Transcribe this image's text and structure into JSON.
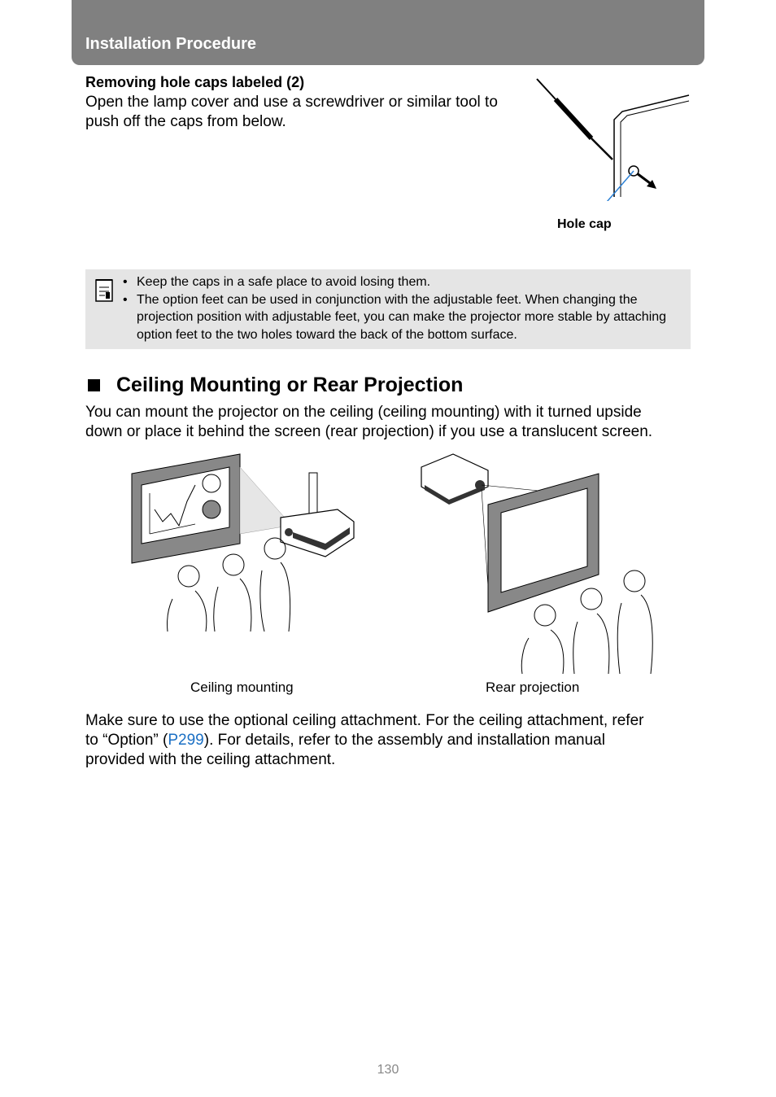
{
  "header": {
    "title": "Installation Procedure"
  },
  "hole_caps": {
    "title": "Removing hole caps labeled (2)",
    "text_line1": "Open the lamp cover and use a screwdriver or similar tool to",
    "text_line2": "push off the caps from below.",
    "figure_label": "Hole cap"
  },
  "note": {
    "icon": "memo-icon",
    "items": [
      "Keep the caps in a safe place to avoid losing them.",
      "The option feet can be used in conjunction with the adjustable feet. When changing the projection position with adjustable feet, you can make the projector more stable by attaching option feet to the two holes toward the back of the bottom surface."
    ]
  },
  "section": {
    "heading": "Ceiling Mounting or Rear Projection",
    "intro_line1": "You can mount the projector on the ceiling (ceiling mounting) with it turned upside",
    "intro_line2": "down or place it behind the screen (rear projection) if you use a translucent screen.",
    "caption_ceiling": "Ceiling mounting",
    "caption_rear": "Rear projection",
    "outro_line1": "Make sure to use the optional ceiling attachment. For the ceiling attachment, refer",
    "outro_pre": "to “Option” (",
    "outro_link": "P299",
    "outro_post": "). For details, refer to the assembly and installation manual",
    "outro_line3": "provided with the ceiling attachment."
  },
  "colors": {
    "header": "#808080",
    "note_bg": "#e5e5e5",
    "link": "#1a6fc4",
    "callout": "#2a7fd4"
  },
  "footer": {
    "page_number": "130"
  }
}
